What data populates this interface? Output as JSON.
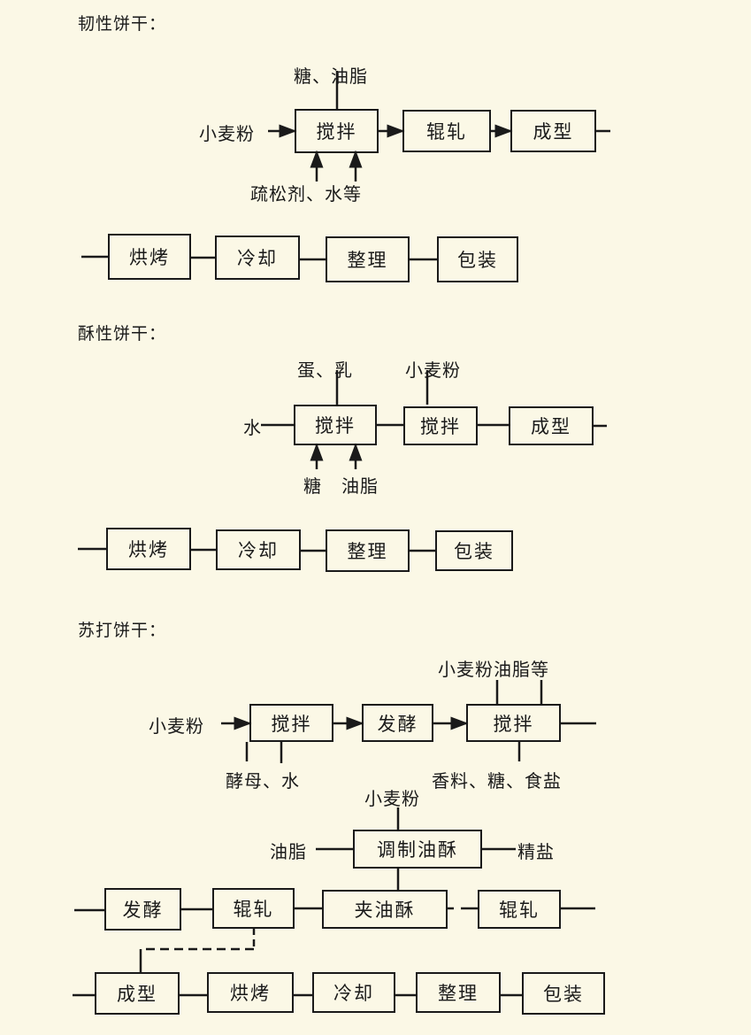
{
  "sections": {
    "tough": {
      "title": "韧性饼干：",
      "inputs": {
        "left": "小麦粉",
        "top": "糖、油脂",
        "bottom": "疏松剂、水等"
      },
      "row1": [
        "搅拌",
        "辊轧",
        "成型"
      ],
      "row2": [
        "烘烤",
        "冷却",
        "整理",
        "包装"
      ]
    },
    "crisp": {
      "title": "酥性饼干：",
      "inputs": {
        "left": "水",
        "top1": "蛋、乳",
        "top2": "小麦粉",
        "bottom1": "糖",
        "bottom2": "油脂"
      },
      "row1": [
        "搅拌",
        "搅拌",
        "成型"
      ],
      "row2": [
        "烘烤",
        "冷却",
        "整理",
        "包装"
      ]
    },
    "soda": {
      "title": "苏打饼干：",
      "inputs": {
        "left": "小麦粉",
        "bottom1": "酵母、水",
        "top3": "小麦粉油脂等",
        "bottom3": "香料、糖、食盐",
        "fat_top": "小麦粉",
        "fat_left": "油脂",
        "fat_right": "精盐"
      },
      "row1": [
        "搅拌",
        "发酵",
        "搅拌"
      ],
      "fat_box": "调制油酥",
      "row2": [
        "发酵",
        "辊轧",
        "夹油酥",
        "辊轧"
      ],
      "row3": [
        "成型",
        "烘烤",
        "冷却",
        "整理",
        "包装"
      ]
    }
  }
}
